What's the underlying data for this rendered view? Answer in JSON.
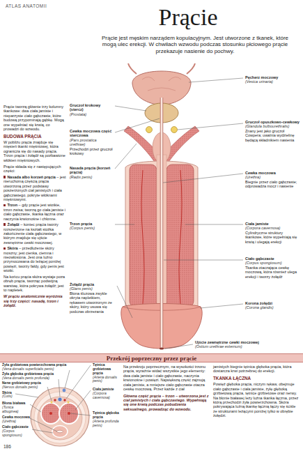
{
  "diagram": {
    "title": "Prącie",
    "nodes": [
      {
        "text": [
          "Przekrój poprzeczny przez prącie"
        ]
      }
    ],
    "labels": [
      "ATLAS ANATOMII",
      "Prącie jest męskim narządem kopulacyjnym. Jest utworzone z tkanek, które mogą ulec erekcji. W chwilach wzwodu podczas stosunku płciowego prącie przekazuje nasienie do pochwy.",
      "Prącie tworzą głównie trzy kolumny tkankowe: dwa ciała jamiste i nieparzyste ciało gąbczaste, które budową przypominają gąbkę. Mogą one wypełniać się krwią, co prowadzi do wzwodu.",
      "BUDOWA PRĄCIA",
      "W pobliżu prącia znajduje się mięsień tkanki mięśniowej, która ogranicza się do nasady prącia. Trzon prącia i żołądź są pozbawione włókien mięśniowych.",
      "Prącie składa się z następujących części:",
      "Nasada albo korzeń prącia",
      "– jest nieruchomą częścią prącia utworzoną przez podstawy poszerzonych ciał jamistych i ciała gąbczastego, pokryte włóknami mięśniowymi.",
      "Trzon",
      "– gdy prącie jest wiotkie, trzon zwisa; tworzą go ciała jamiste i ciało gąbczaste, tkanka łączna oraz naczynia krwionośne i chłonne.",
      "Żołądź",
      "– koniec prącia tworzy rozszerzone na kształt stożka zakończenie ciała gąbczastego, w którym znajduje się ujście zewnętrzne cewki moczowej.",
      "Skóra",
      "– przedłużenie skóry moszny; jest cienka, ciemna i nieowłosiona. Jest ona luźno przymocowana do leżącej poniżej powięzi, tworzy fałdy, gdy penis jest wiotki.",
      "Na końcu prącia skóra wystaje poza obręb prącia, tworząc podwójną warstwę, która pokrywa żołądź; jest to napletek.",
      "W prąciu anatomicznie wyróżnia się trzy części: nasadę, trzon i żołądź.",
      "Gruczoł krokowy (stercz)",
      "(Prostata)",
      "Cewka moczowa część sterczowa",
      "(Pars prostatica urethrae)",
      "Przechodzi przez gruczoł krokowy",
      "Nasada prącia (korzeń prącia)",
      "(Radix penis)",
      "Trzon prącia",
      "(Corpus penis)",
      "Żołądź prącia",
      "(Glans penis)",
      "Błona śluzowa zwykle okryta napletkiem, rękawem utworzonym ze skóry, który usuwa się podczas obrzezania",
      "Pęcherz moczowy",
      "(Vesica urinaria)",
      "Gruczoł opuszkowo-cewkowy",
      "(Glandula bulbourethralis)",
      "Znany jest jako gruczoł Cowpera; uwalnia wydzielinę będącą składnikiem nasienia",
      "Cewka moczowa",
      "(Urethra)",
      "Biegnie przez ciało gąbczaste; odprowadza mocz i nasienie",
      "Ciała jamiste",
      "(Corpora cavernosa)",
      "Cylindryczne struktury tkankowe, które wypełniają się krwią i ulegają erekcji",
      "Ciało gąbczaste",
      "(Corpus spongiosum)",
      "Tkanka otaczająca cewkę moczową, która również ulega erekcji i tworzy żołądź",
      "Korona żołędzi",
      "(Corona glandis)",
      "Ujście zewnętrzne cewki moczowej",
      "(Ostium urethrae externum)",
      "Żyła grzbietowa powierzchowna prącia",
      "(Vena dorsalis superficialis penis)",
      "Żyła głęboka grzbietowa prącia",
      "(Vena dorsalis penis profunda)",
      "Nerw grzbietowy prącia",
      "(Nervus dorsalis penis)",
      "Skóra",
      "(Cutis)",
      "Błona biaława",
      "(Tunica albuginea)",
      "Cewka moczowa",
      "(Urethra)",
      "Ciało gąbczaste",
      "(Corpus spongiosum)",
      "Tętnica grzbietowa prącia",
      "(Arteria dorsalis penis)",
      "Ciała jamiste",
      "(Corpora cavernosa)",
      "Tętnica głęboka prącia",
      "(Arteria profunda penis)",
      "Na przekroju poprzecznym, na wysokości trzonu prącia, wyraźnie widać wszystkie jego elementy: dwa ciała jamiste i ciało gąbczaste, naczynia krwionośne i powięzi. Największą część zajmują ciała jamiste, a mniejsze ciało gąbczaste otacza cewkę moczową. Przez każde z ciał",
      "Główna część prącia – trzon – utworzona jest z ciał jamistych i ciała gąbczastego. Wypełniają się one krwią podczas pobudzenia seksualnego, prowadząc do wzwodu.",
      "jamistych biegnie tętnica głęboka prącia, która dostarcza krwi potrzebnej do erekcji.",
      "TKANKA ŁĄCZNA",
      "Powięź głęboka prącia, niczym rękaw, obejmuje ciało gąbczaste i ciała jamiste, żyłę głęboką grzbietową prącia, tętnice grzbietowe oraz nerwy. Na błonie białawej leży luźna tkanka łączna, przez którą przechodzi żyła powierzchowna. Skóra pokrywająca luźną tkankę łączną łączy się ściśle ze strukturami leżącymi poniżej tylko w obrębie żołędzi.",
      "186"
    ]
  }
}
